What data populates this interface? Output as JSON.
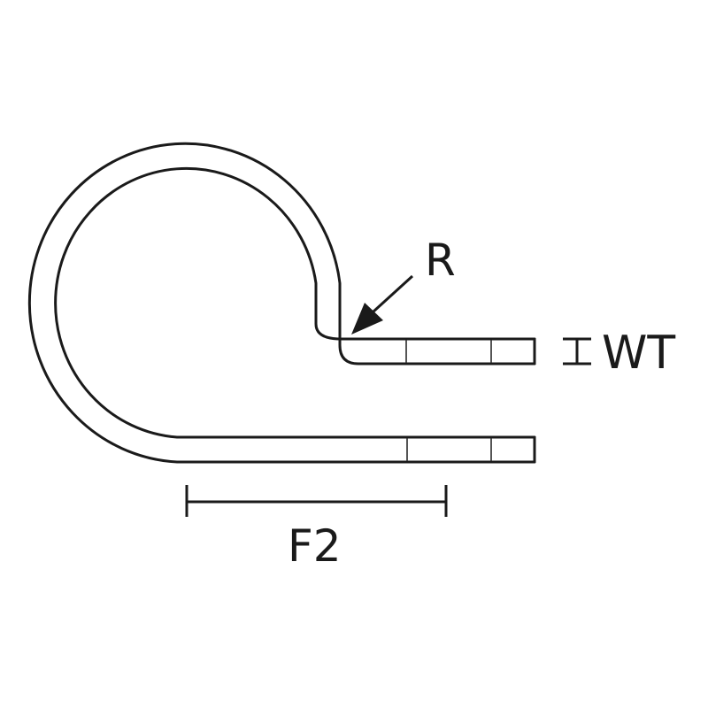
{
  "diagram": {
    "labels": {
      "radius": "R",
      "wall_thickness": "WT",
      "flange_length": "F2"
    },
    "colors": {
      "line": "#1a1a1a",
      "background": "#ffffff"
    },
    "icons": {
      "wall_thickness_marker": "i-beam-dimension-icon",
      "radius_pointer": "arrow-pointer-icon"
    }
  }
}
